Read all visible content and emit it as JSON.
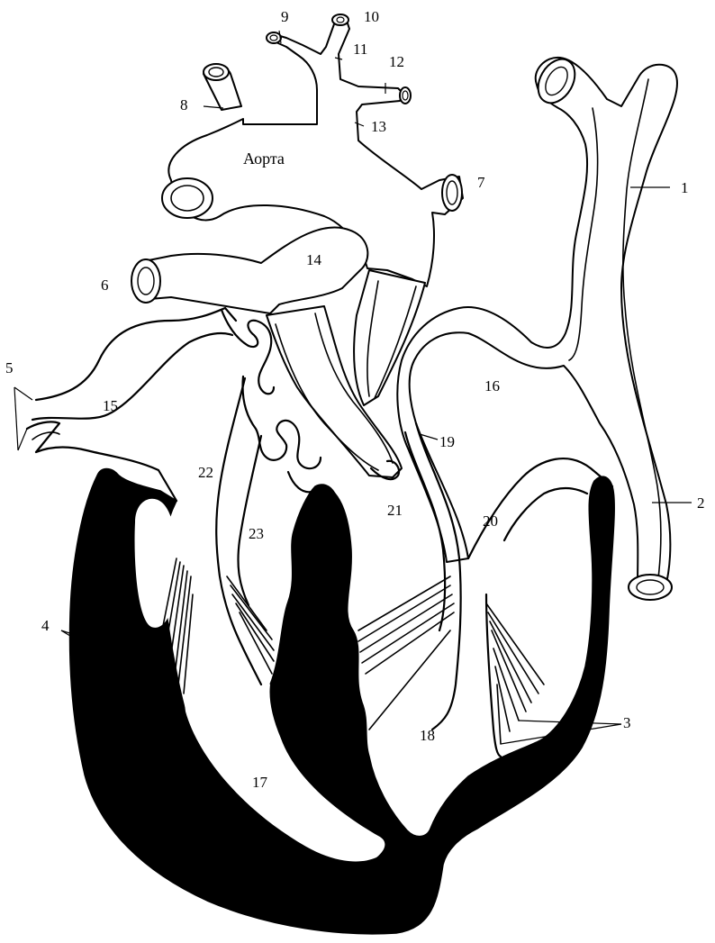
{
  "labels": {
    "aorta": "Аорта",
    "n1": "1",
    "n2": "2",
    "n3": "3",
    "n4": "4",
    "n5": "5",
    "n6": "6",
    "n7": "7",
    "n8": "8",
    "n9": "9",
    "n10": "10",
    "n11": "11",
    "n12": "12",
    "n13": "13",
    "n14": "14",
    "n15": "15",
    "n16": "16",
    "n17": "17",
    "n18": "18",
    "n19": "19",
    "n20": "20",
    "n21": "21",
    "n22": "22",
    "n23": "23"
  },
  "colors": {
    "ink": "#000000",
    "paper": "#ffffff"
  }
}
